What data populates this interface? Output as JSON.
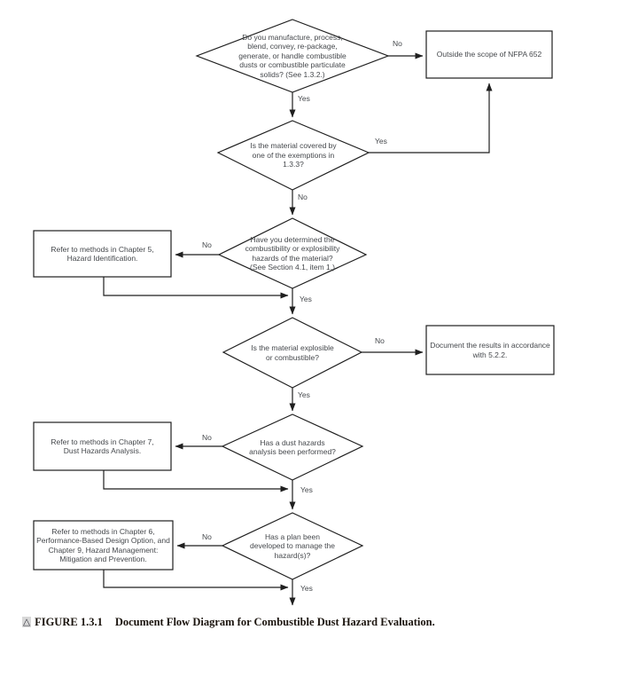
{
  "figure": {
    "caption": {
      "marker": "△",
      "label": "FIGURE 1.3.1",
      "title": "Document Flow Diagram for Combustible Dust Hazard Evaluation."
    },
    "nodes": {
      "q_manufacture": {
        "type": "decision",
        "text": "Do you manufacture, process,\nblend, convey, re-package,\ngenerate, or handle combustible\ndusts or combustible particulate\nsolids? (See 1.3.2.)"
      },
      "outside_scope": {
        "type": "process",
        "text": "Outside the scope of NFPA 652"
      },
      "q_exemptions": {
        "type": "decision",
        "text": "Is the material covered by\none of the exemptions in\n1.3.3?"
      },
      "q_determined": {
        "type": "decision",
        "text": "Have you determined the\ncombustibility or explosibility\nhazards of the material?\n(See Section 4.1, item 1.)"
      },
      "refer_ch5": {
        "type": "process",
        "text": "Refer to methods in Chapter 5,\nHazard Identification."
      },
      "q_explosible": {
        "type": "decision",
        "text": "Is the material explosible\nor combustible?"
      },
      "document_results": {
        "type": "process",
        "text": "Document the results in accordance\nwith 5.2.2."
      },
      "q_dha": {
        "type": "decision",
        "text": "Has a dust hazards\nanalysis been performed?"
      },
      "refer_ch7": {
        "type": "process",
        "text": "Refer to methods in Chapter 7,\nDust Hazards Analysis."
      },
      "q_plan": {
        "type": "decision",
        "text": "Has a plan been\ndeveloped to manage the\nhazard(s)?"
      },
      "refer_ch6_9": {
        "type": "process",
        "text": "Refer to methods in Chapter 6,\nPerformance-Based Design Option, and\nChapter 9, Hazard Management:\nMitigation and Prevention."
      }
    },
    "edge_labels": {
      "d1_no": "No",
      "d1_yes": "Yes",
      "d2_yes": "Yes",
      "d2_no": "No",
      "d3_no": "No",
      "d3_yes": "Yes",
      "d4_no": "No",
      "d4_yes": "Yes",
      "d5_no": "No",
      "d5_yes": "Yes",
      "d6_no": "No",
      "d6_yes": "Yes"
    },
    "colors": {
      "line": "#1f1f1f",
      "node_text": "#45484c",
      "caption_text": "#1b140e",
      "marker_background": "#d8d8d8"
    }
  }
}
